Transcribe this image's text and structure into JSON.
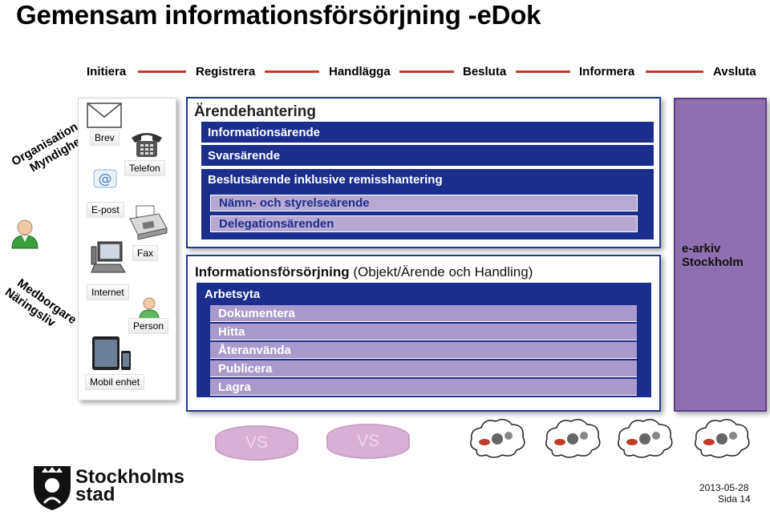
{
  "title": "Gemensam informationsförsörjning -eDok",
  "phases": [
    "Initiera",
    "Registrera",
    "Handlägga",
    "Besluta",
    "Informera",
    "Avsluta"
  ],
  "actors": {
    "top": [
      "Organisation",
      "Myndighet"
    ],
    "bottom": [
      "Medborgare",
      "Näringsliv"
    ]
  },
  "channels": {
    "brev": "Brev",
    "telefon": "Telefon",
    "epost": "E-post",
    "fax": "Fax",
    "internet": "Internet",
    "person": "Person",
    "mobil": "Mobil enhet"
  },
  "case_handling": {
    "heading": "Ärendehantering",
    "items": [
      "Informationsärende",
      "Svarsärende",
      "Beslutsärende inklusive remisshantering"
    ],
    "sub_items": [
      "Nämn- och styrelseärende",
      "Delegationsärenden"
    ]
  },
  "info_supply": {
    "heading_bold": "Informationsförsörjning",
    "heading_rest": " (Objekt/Ärende och Handling)",
    "workspace": "Arbetsyta",
    "items": [
      "Dokumentera",
      "Hitta",
      "Återanvända",
      "Publicera",
      "Lagra"
    ]
  },
  "archive": {
    "line1": "e-arkiv",
    "line2": "Stockholm"
  },
  "systems": [
    "VS",
    "VS"
  ],
  "logo": {
    "line1": "Stockholms",
    "line2": "stad"
  },
  "footer": {
    "date": "2013-05-28",
    "page": "Sida 14"
  },
  "colors": {
    "dark_blue": "#1c2e8c",
    "lavender": "#b7a9d3",
    "purple": "#8e6fb2",
    "arrow_red": "#c0392b"
  }
}
